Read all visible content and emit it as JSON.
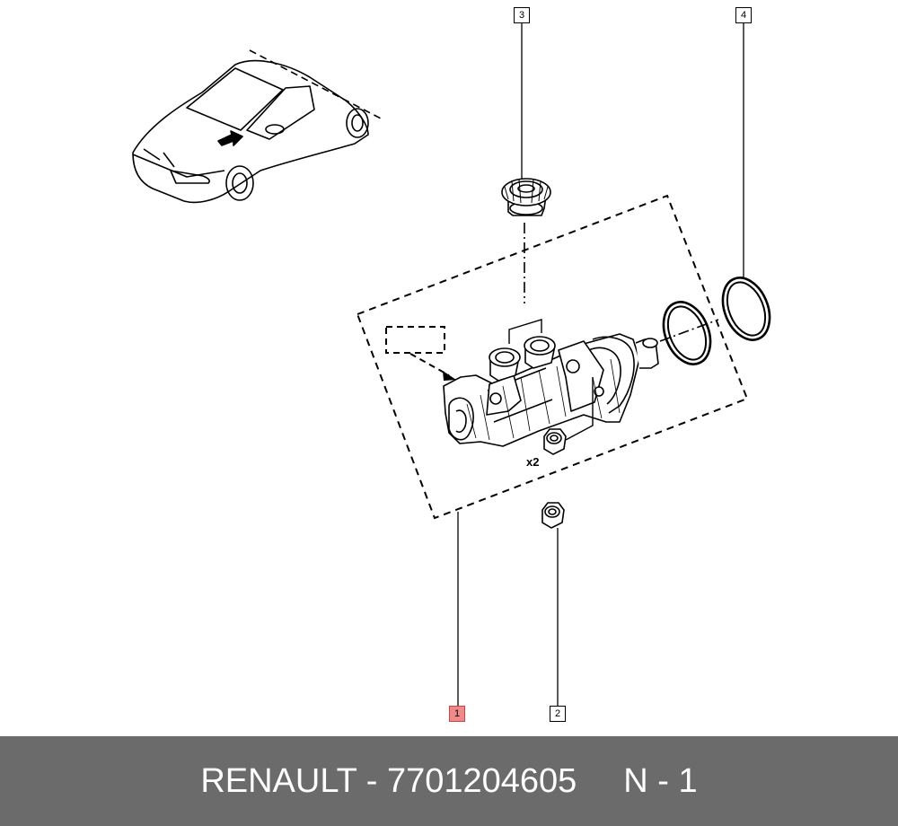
{
  "callouts": [
    {
      "id": "1",
      "label": "1"
    },
    {
      "id": "2",
      "label": "2"
    },
    {
      "id": "3",
      "label": "3"
    },
    {
      "id": "4",
      "label": "4"
    }
  ],
  "quantity_label": "x2",
  "footer": {
    "brand_part": "RENAULT - 7701204605",
    "page_ref": "N - 1"
  },
  "colors": {
    "footer_bg": "#6b6b6b",
    "footer_text": "#ffffff",
    "highlight": "#ef8a8a",
    "line": "#000000"
  },
  "icons": [
    "car-outline-icon",
    "master-cylinder-icon",
    "reservoir-cap-icon",
    "seal-ring-icon",
    "nut-icon"
  ]
}
